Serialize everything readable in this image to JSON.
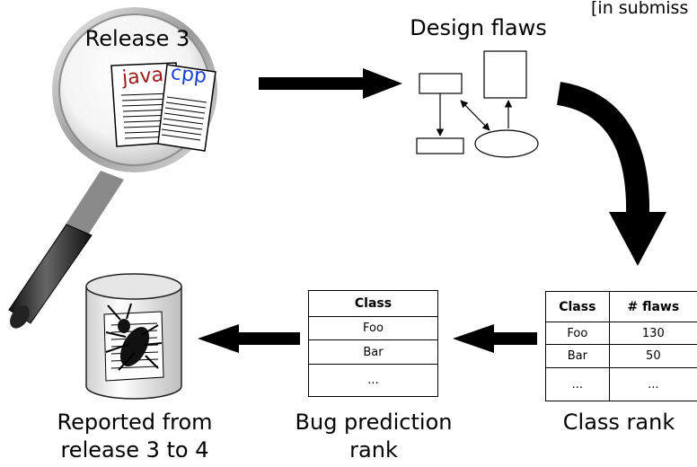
{
  "header_note": "[in submiss",
  "magnifier": {
    "release_label": "Release 3",
    "doc_left_label": "java",
    "doc_right_label": "cpp"
  },
  "design_flaws": {
    "title": "Design flaws"
  },
  "class_rank": {
    "caption": "Class rank",
    "headers": [
      "Class",
      "# flaws"
    ],
    "rows": [
      [
        "Foo",
        "130"
      ],
      [
        "Bar",
        "50"
      ],
      [
        "...",
        "..."
      ]
    ]
  },
  "bug_prediction": {
    "caption_line1": "Bug prediction",
    "caption_line2": "rank",
    "header": "Class",
    "rows": [
      "Foo",
      "Bar",
      "..."
    ]
  },
  "bug_db": {
    "caption_line1": "Reported from",
    "caption_line2": "release 3 to 4"
  }
}
